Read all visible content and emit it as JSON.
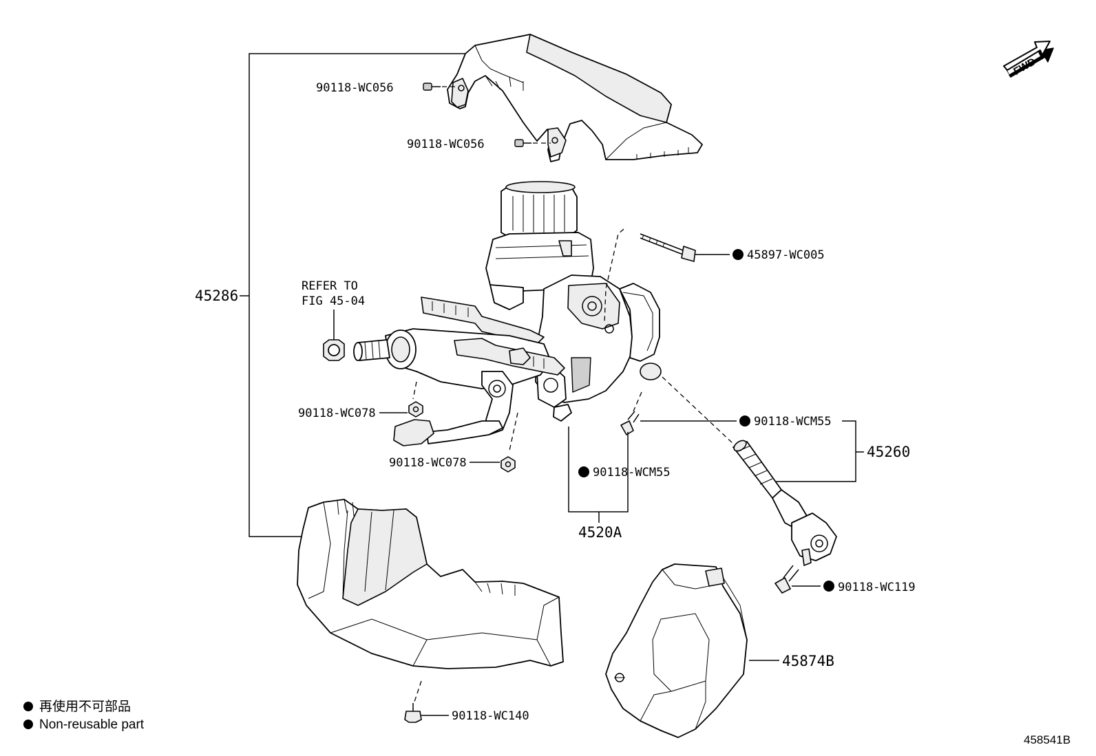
{
  "diagram": {
    "labels": {
      "cover_upper_screw_a": "90118-WC056",
      "cover_upper_screw_b": "90118-WC056",
      "bolt_motor": "45897-WC005",
      "refer_line1": "REFER TO",
      "refer_line2": "FIG 45-04",
      "nut_a": "90118-WC078",
      "nut_b": "90118-WC078",
      "bolt_wcm55_a": "90118-WCM55",
      "bolt_wcm55_b": "90118-WCM55",
      "column_assy": "4520A",
      "shaft_assy": "45260",
      "bolt_wc119": "90118-WC119",
      "cover_assy": "45286",
      "cover_lower_screw": "90118-WC140",
      "protector": "45874B",
      "fwd": "FWD"
    },
    "legend": {
      "jp": "再使用不可部品",
      "en": "Non-reusable part"
    },
    "figure_id": "458541B"
  }
}
